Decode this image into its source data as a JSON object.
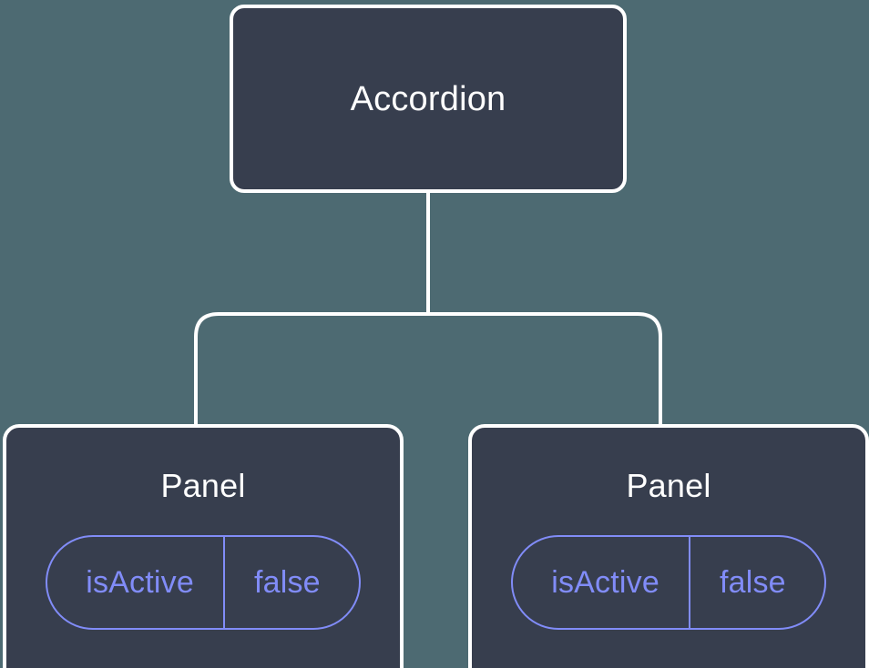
{
  "canvas": {
    "background_color": "#4d6a72",
    "node_fill_color": "#373e4e",
    "node_border_color": "#ffffff",
    "connector_color": "#ffffff",
    "badge_color": "#818cf8",
    "title_color": "#ffffff"
  },
  "tree": {
    "root": {
      "label": "Accordion"
    },
    "children": [
      {
        "label": "Panel",
        "props": [
          {
            "key": "isActive",
            "value": "false"
          }
        ]
      },
      {
        "label": "Panel",
        "props": [
          {
            "key": "isActive",
            "value": "false"
          }
        ]
      }
    ]
  }
}
